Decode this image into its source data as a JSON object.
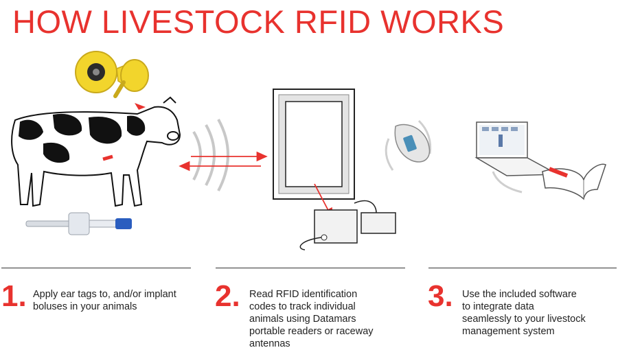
{
  "title": "HOW LIVESTOCK RFID WORKS",
  "colors": {
    "accent": "#e8322e",
    "tag": "#f2d52c",
    "syringe_plunger": "#2a5dbf"
  },
  "steps": [
    {
      "number": "1.",
      "text": "Apply ear tags to, and/or implant\nboluses in your animals"
    },
    {
      "number": "2.",
      "text": "Read RFID identification\ncodes to track individual\nanimals using Datamars\nportable readers or raceway\nantennas"
    },
    {
      "number": "3.",
      "text": "Use the included software\nto integrate data\nseamlessly to your livestock\nmanagement system"
    }
  ],
  "illustrations": [
    "ear-tag-icon",
    "cow-icon",
    "bolus-syringe-icon",
    "radio-wave-icon",
    "raceway-antenna-icon",
    "reader-box-icon",
    "handheld-reader-icon",
    "laptop-icon",
    "notebook-icon"
  ]
}
